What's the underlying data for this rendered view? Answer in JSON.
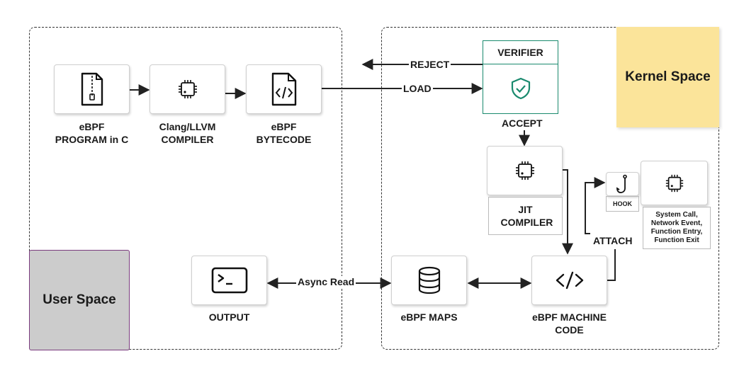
{
  "regions": {
    "user_space": {
      "label": "User Space",
      "fill": "#cccccc",
      "border": "#7a3b7e"
    },
    "kernel_space": {
      "label": "Kernel Space",
      "fill": "#fbe49a"
    }
  },
  "nodes": {
    "program": {
      "label": "eBPF PROGRAM in C",
      "icon": "zip-file-icon"
    },
    "clang": {
      "label": "Clang/LLVM COMPILER",
      "icon": "chip-icon"
    },
    "bytecode": {
      "label": "eBPF BYTECODE",
      "icon": "code-file-icon"
    },
    "verifier": {
      "label": "VERIFIER",
      "icon": "shield-check-icon",
      "accent": "#1a8a6e"
    },
    "jit": {
      "label": "JIT COMPILER",
      "icon": "chip-icon"
    },
    "hook": {
      "label": "HOOK",
      "icon": "fish-hook-icon"
    },
    "events": {
      "label": "System Call, Network Event, Function Entry, Function Exit",
      "icon": "chip-icon"
    },
    "machine_code": {
      "label": "eBPF MACHINE CODE",
      "icon": "code-brackets-icon"
    },
    "maps": {
      "label": "eBPF MAPS",
      "icon": "database-icon"
    },
    "output": {
      "label": "OUTPUT",
      "icon": "terminal-icon"
    }
  },
  "edges": {
    "reject": "REJECT",
    "load": "LOAD",
    "accept": "ACCEPT",
    "attach": "ATTACH",
    "async_read": "Async Read"
  }
}
